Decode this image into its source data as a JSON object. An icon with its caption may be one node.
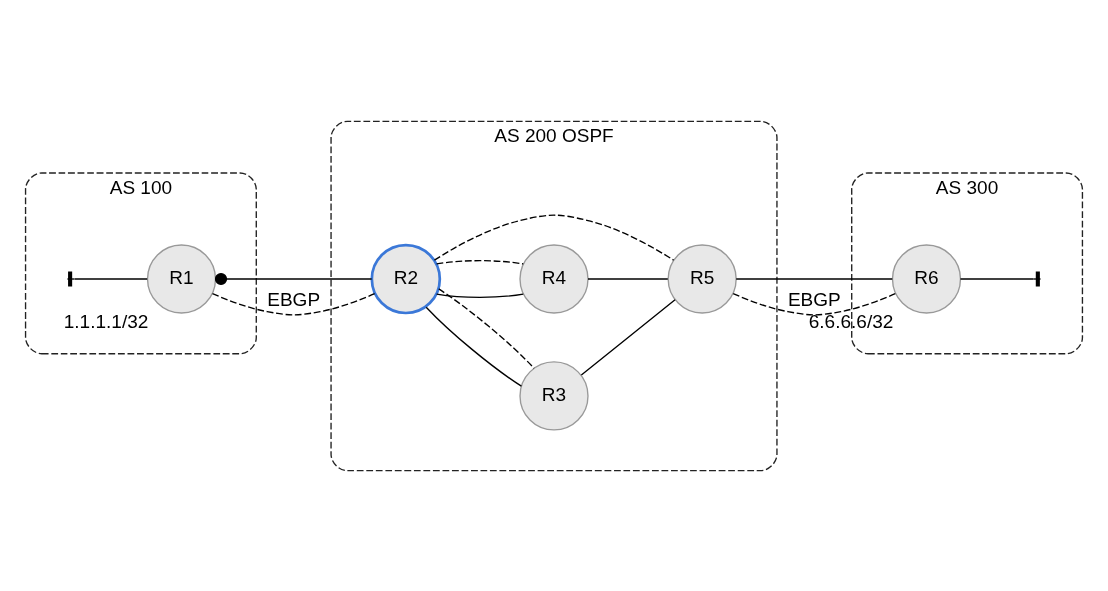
{
  "diagram": {
    "nodes": [
      {
        "text": [
          "AS 100"
        ]
      },
      {
        "text": [
          "R1"
        ],
        "in": 0,
        "beside": [
          "1.1.1.1/32"
        ]
      },
      {
        "text": [
          "AS 200 OSPF"
        ]
      },
      {
        "text": [
          "R2"
        ],
        "in": 2
      },
      {
        "text": [
          "R3"
        ],
        "in": 2
      },
      {
        "text": [
          "R4"
        ],
        "in": 2
      },
      {
        "text": [
          "R5"
        ],
        "in": 2
      },
      {
        "text": [
          "AS 300"
        ]
      },
      {
        "text": [
          "R6"
        ],
        "in": 7,
        "beside": [
          "6.6.6.6/32"
        ]
      }
    ],
    "edges": [
      {
        "from": 1,
        "to": null,
        "arrow": "other"
      },
      {
        "from": 1,
        "to": 3,
        "arrow": "other"
      },
      {
        "from": 1,
        "to": 3,
        "arrow": "none",
        "style": "dashed",
        "label": "EBGP"
      },
      {
        "from": 3,
        "to": 4,
        "arrow": "none"
      },
      {
        "from": 3,
        "to": 4,
        "arrow": "none",
        "style": "dashed"
      },
      {
        "from": 3,
        "to": 6,
        "arrow": "none",
        "style": "dashed"
      },
      {
        "from": 3,
        "to": 5,
        "arrow": "none"
      },
      {
        "from": 3,
        "to": 5,
        "arrow": "none",
        "style": "dashed"
      },
      {
        "from": 4,
        "to": 6,
        "arrow": "none"
      },
      {
        "from": 5,
        "to": 6,
        "arrow": "none"
      },
      {
        "from": 6,
        "to": 8,
        "arrow": "none"
      },
      {
        "from": 6,
        "to": 8,
        "arrow": "none",
        "style": "dashed",
        "label": "EBGP"
      },
      {
        "from": 8,
        "to": null,
        "arrow": "other"
      }
    ]
  }
}
